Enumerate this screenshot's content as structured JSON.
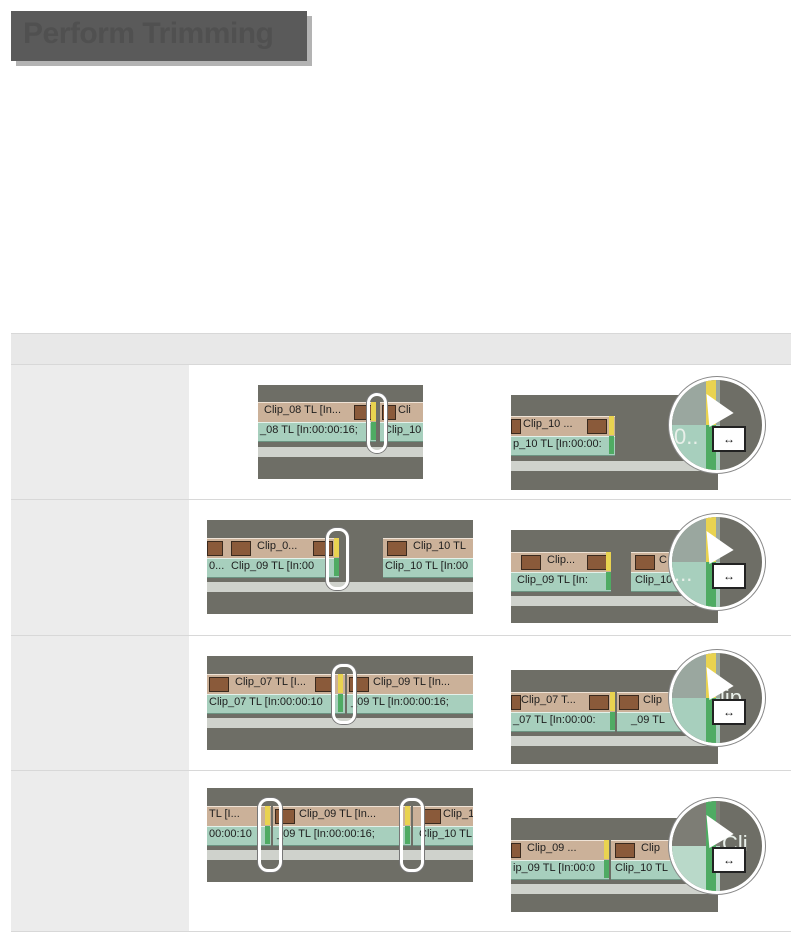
{
  "title": "Perform Trimming",
  "table": {
    "header": "",
    "rows": [
      {
        "label": "",
        "before": {
          "clips": [
            {
              "text": "Clip_08 TL [In...",
              "audio": "_08 TL [In:00:00:16;"
            },
            {
              "text": "Cli",
              "audio": "Clip_10"
            }
          ]
        },
        "after": {
          "clips": [
            {
              "text": "Clip_10 ...",
              "audio": "p_10 TL [In:00:00:"
            }
          ],
          "magnifier": {
            "text": "0..",
            "tool": "↔"
          }
        }
      },
      {
        "label": "",
        "before": {
          "clips": [
            {
              "text": "Clip_0...",
              "audio": "0..."
            },
            {
              "text": "Clip_10 TL",
              "audio": "Clip_09 TL [In:00"
            },
            {
              "text": "",
              "audio": "Clip_10 TL [In:00"
            }
          ]
        },
        "after": {
          "clips": [
            {
              "text": "Clip...",
              "audio": "Clip_09 TL [In:"
            },
            {
              "text": "C",
              "audio": "Clip_10"
            }
          ],
          "magnifier": {
            "text": "...",
            "tool": "↔"
          }
        }
      },
      {
        "label": "",
        "before": {
          "clips": [
            {
              "text": "Clip_07 TL [I...",
              "audio": "Clip_07 TL [In:00:00:10"
            },
            {
              "text": "Clip_09 TL [In...",
              "audio": "_09 TL [In:00:00:16;"
            }
          ]
        },
        "after": {
          "clips": [
            {
              "text": "Clip_07 T...",
              "audio": "_07 TL [In:00:00:"
            },
            {
              "text": "Clip",
              "audio": "_09 TL"
            }
          ],
          "magnifier": {
            "text": "lip",
            "tool": "↔"
          }
        }
      },
      {
        "label": "",
        "before": {
          "clips": [
            {
              "text": "TL [I...",
              "audio": "00:00:10"
            },
            {
              "text": "Clip_09 TL [In...",
              "audio": "_09 TL [In:00:00:16;"
            },
            {
              "text": "Clip_1",
              "audio": "Clip_10 TL"
            }
          ]
        },
        "after": {
          "clips": [
            {
              "text": "Clip_09 ...",
              "audio": "ip_09 TL [In:00:0"
            },
            {
              "text": "Clip",
              "audio": "Clip_10 TL"
            }
          ],
          "magnifier": {
            "text": "Cli",
            "tool": "↔"
          }
        }
      }
    ]
  }
}
